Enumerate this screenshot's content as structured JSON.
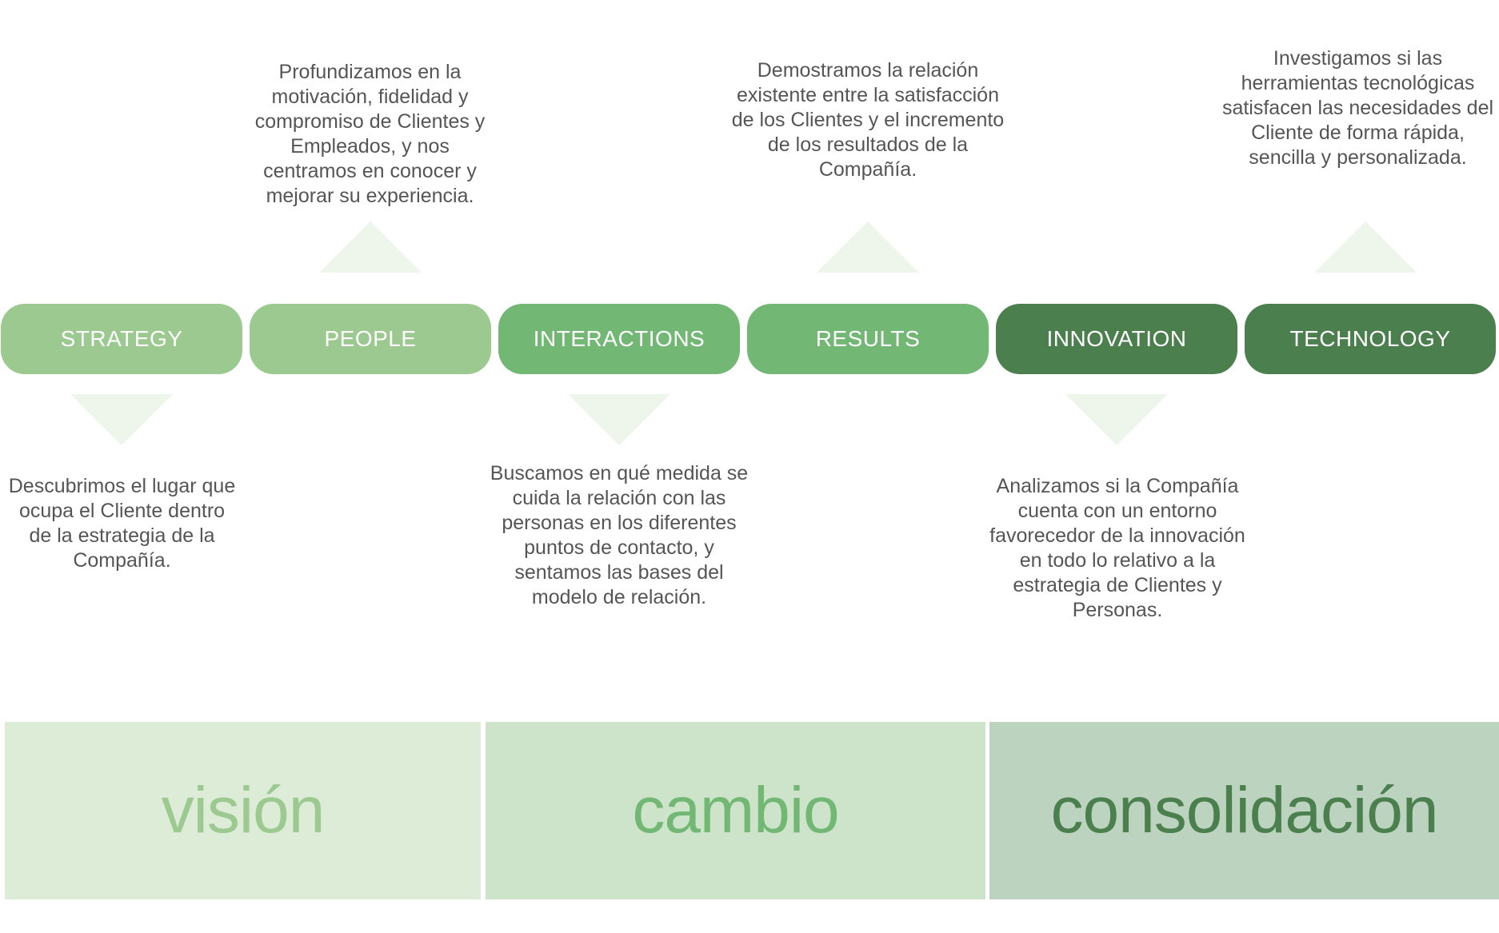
{
  "stages": [
    {
      "label": "STRATEGY",
      "color": "#9bc98f"
    },
    {
      "label": "PEOPLE",
      "color": "#9bc98f"
    },
    {
      "label": "INTERACTIONS",
      "color": "#72b874"
    },
    {
      "label": "RESULTS",
      "color": "#72b874"
    },
    {
      "label": "INNOVATION",
      "color": "#4b7f4d"
    },
    {
      "label": "TECHNOLOGY",
      "color": "#4b7f4d"
    }
  ],
  "descriptions": {
    "strategy": "Descubrimos el lugar que ocupa el Cliente dentro de la estrategia de la Compañía.",
    "people": "Profundizamos en la motivación, fidelidad y compromiso de Clientes y Empleados, y nos centramos en conocer y mejorar su experiencia.",
    "interactions": "Buscamos en qué medida se cuida la relación con las personas en los diferentes puntos de contacto, y sentamos las bases del modelo de relación.",
    "results": "Demostramos la relación existente entre la satisfacción de los Clientes y el incremento de los resultados de la Compañía.",
    "innovation": "Analizamos si la Compañía cuenta con un entorno favorecedor de la innovación en todo lo relativo a la estrategia de Clientes y Personas.",
    "technology": "Investigamos si las herramientas tecnológicas satisfacen las necesidades del Cliente de forma rápida, sencilla y personalizada."
  },
  "phases": [
    {
      "label": "visión",
      "bg": "#dcecd7",
      "fg": "#9bc98f"
    },
    {
      "label": "cambio",
      "bg": "#cde4cb",
      "fg": "#72b874"
    },
    {
      "label": "consolidación",
      "bg": "#bcd3c0",
      "fg": "#4b7f4d"
    }
  ]
}
